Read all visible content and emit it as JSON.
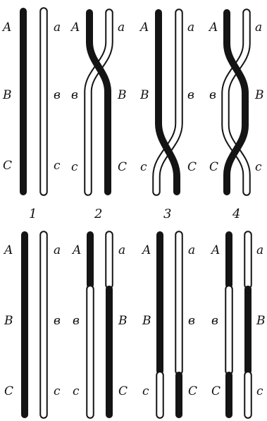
{
  "labels": {
    "A": "A",
    "a": "a",
    "B": "B",
    "b": "в",
    "C": "C",
    "c": "c"
  },
  "stages": [
    "1",
    "2",
    "3",
    "4"
  ],
  "colors": {
    "dark": "#141414",
    "light": "#ffffff"
  }
}
